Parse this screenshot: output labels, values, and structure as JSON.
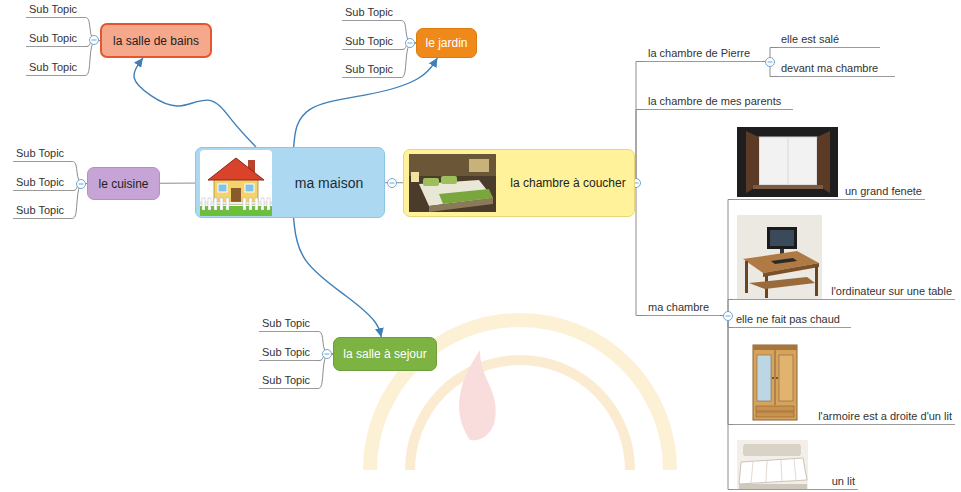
{
  "diagram": {
    "nodes": [
      {
        "text": [
          "ma maison"
        ]
      },
      {
        "text": [
          "la salle de bains"
        ]
      },
      {
        "text": [
          "le jardin"
        ]
      },
      {
        "text": [
          "le cuisine"
        ]
      },
      {
        "text": [
          "la chambre à coucher"
        ]
      },
      {
        "text": [
          "la salle à sejour"
        ]
      },
      {
        "text": [
          "Sub Topic"
        ]
      },
      {
        "text": [
          "Sub Topic"
        ]
      },
      {
        "text": [
          "Sub Topic"
        ]
      },
      {
        "text": [
          "Sub Topic"
        ]
      },
      {
        "text": [
          "Sub Topic"
        ]
      },
      {
        "text": [
          "Sub Topic"
        ]
      },
      {
        "text": [
          "Sub Topic"
        ]
      },
      {
        "text": [
          "Sub Topic"
        ]
      },
      {
        "text": [
          "Sub Topic"
        ]
      },
      {
        "text": [
          "Sub Topic"
        ]
      },
      {
        "text": [
          "Sub Topic"
        ]
      },
      {
        "text": [
          "Sub Topic"
        ]
      },
      {
        "text": [
          "la chambre de Pierre"
        ]
      },
      {
        "text": [
          "elle est salé"
        ]
      },
      {
        "text": [
          "devant ma chambre"
        ]
      },
      {
        "text": [
          "la chambre de mes parents"
        ]
      },
      {
        "text": [
          "ma chambre"
        ]
      },
      {
        "text": [
          "un grand fenete"
        ]
      },
      {
        "text": [
          "l'ordinateur sur une table"
        ]
      },
      {
        "text": [
          "elle ne fait pas chaud"
        ]
      },
      {
        "text": [
          "l'armoire est a droite d'un lit"
        ]
      },
      {
        "text": [
          "un lit"
        ]
      }
    ],
    "edges": [
      {
        "from": 0,
        "to": 1,
        "arrow": "to"
      },
      {
        "from": 0,
        "to": 2,
        "arrow": "to"
      },
      {
        "from": 0,
        "to": 3,
        "arrow": "none"
      },
      {
        "from": 0,
        "to": 4,
        "arrow": "none"
      },
      {
        "from": 0,
        "to": 5,
        "arrow": "to"
      },
      {
        "from": 1,
        "to": 6,
        "arrow": "none"
      },
      {
        "from": 1,
        "to": 7,
        "arrow": "none"
      },
      {
        "from": 1,
        "to": 8,
        "arrow": "none"
      },
      {
        "from": 2,
        "to": 9,
        "arrow": "none"
      },
      {
        "from": 2,
        "to": 10,
        "arrow": "none"
      },
      {
        "from": 2,
        "to": 11,
        "arrow": "none"
      },
      {
        "from": 3,
        "to": 12,
        "arrow": "none"
      },
      {
        "from": 3,
        "to": 13,
        "arrow": "none"
      },
      {
        "from": 3,
        "to": 14,
        "arrow": "none"
      },
      {
        "from": 5,
        "to": 15,
        "arrow": "none"
      },
      {
        "from": 5,
        "to": 16,
        "arrow": "none"
      },
      {
        "from": 5,
        "to": 17,
        "arrow": "none"
      },
      {
        "from": 4,
        "to": 18,
        "arrow": "none"
      },
      {
        "from": 4,
        "to": 21,
        "arrow": "none"
      },
      {
        "from": 4,
        "to": 22,
        "arrow": "none"
      },
      {
        "from": 18,
        "to": 19,
        "arrow": "none"
      },
      {
        "from": 18,
        "to": 20,
        "arrow": "none"
      },
      {
        "from": 22,
        "to": 23,
        "arrow": "none"
      },
      {
        "from": 22,
        "to": 24,
        "arrow": "none"
      },
      {
        "from": 22,
        "to": 25,
        "arrow": "none"
      },
      {
        "from": 22,
        "to": 26,
        "arrow": "none"
      },
      {
        "from": 22,
        "to": 27,
        "arrow": "none"
      }
    ]
  }
}
